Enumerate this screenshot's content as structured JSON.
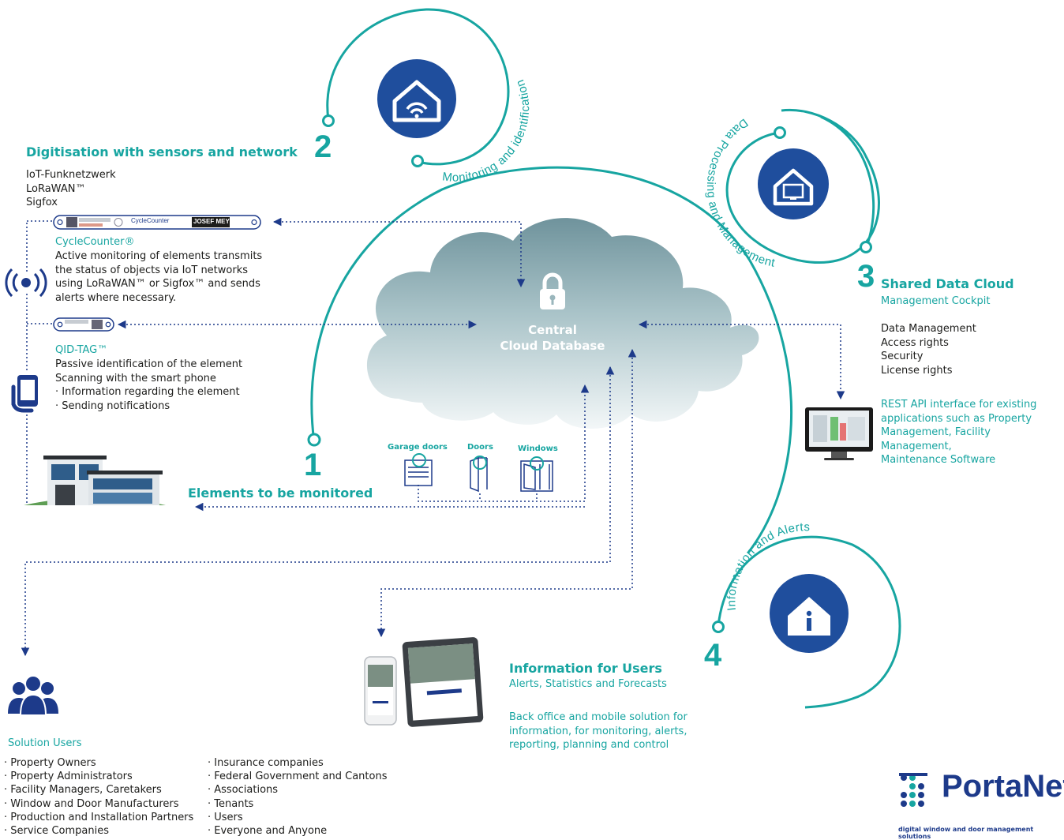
{
  "steps": {
    "s1": {
      "number": "1",
      "title": "Elements to be monitored"
    },
    "s2": {
      "number": "2",
      "arc_label": "Monitoring and identification"
    },
    "s3": {
      "number": "3",
      "arc_label": "Data Processing and Management",
      "title": "Shared Data Cloud",
      "subtitle": "Management Cockpit"
    },
    "s4": {
      "number": "4",
      "arc_label": "Information and Alerts"
    }
  },
  "sensors": {
    "title": "Digitisation with sensors and network",
    "networks": [
      "IoT-Funknetzwerk",
      "LoRaWAN™",
      "Sigfox"
    ],
    "cyclecounter": {
      "name": "CycleCounter®",
      "desc": [
        "Active monitoring of elements transmits",
        "the status of objects via IoT networks",
        "using LoRaWAN™ or Sigfox™ and sends",
        "alerts where necessary."
      ],
      "device_text": "CycleCounter",
      "device_brand": "JOSEF MEYER"
    },
    "qidtag": {
      "name": "QID-TAG™",
      "desc": [
        "Passive identification of the element",
        "Scanning with the smart phone",
        "· Information regarding the element",
        "· Sending notifications"
      ]
    }
  },
  "cloud": {
    "line1": "Central",
    "line2": "Cloud Database"
  },
  "elements": [
    {
      "label": "Garage doors",
      "icon": "garage-door-icon"
    },
    {
      "label": "Doors",
      "icon": "door-icon"
    },
    {
      "label": "Windows",
      "icon": "window-icon"
    }
  ],
  "shared_cloud": {
    "items": [
      "Data Management",
      "Access rights",
      "Security",
      "License rights"
    ],
    "api": [
      "REST API interface for existing",
      "applications such as Property",
      "Management, Facility Management,",
      "Maintenance Software"
    ]
  },
  "info_users": {
    "title": "Information for Users",
    "subtitle": "Alerts, Statistics and Forecasts",
    "desc": [
      "Back office and mobile solution for",
      "information, for monitoring, alerts,",
      "reporting, planning and control"
    ]
  },
  "solution_users": {
    "title": "Solution Users",
    "col1": [
      "· Property Owners",
      "· Property Administrators",
      "· Facility Managers, Caretakers",
      "· Window and Door Manufacturers",
      "· Production and Installation Partners",
      "· Service Companies"
    ],
    "col2": [
      "· Insurance companies",
      "· Federal Government and Cantons",
      "· Associations",
      "· Tenants",
      "· Users",
      "· Everyone and Anyone"
    ]
  },
  "logo": {
    "name": "PortaNet",
    "tagline": "digital window and door management solutions"
  },
  "colors": {
    "teal": "#17a5a1",
    "navy": "#1d3a8a",
    "text": "#1d1d1b"
  }
}
